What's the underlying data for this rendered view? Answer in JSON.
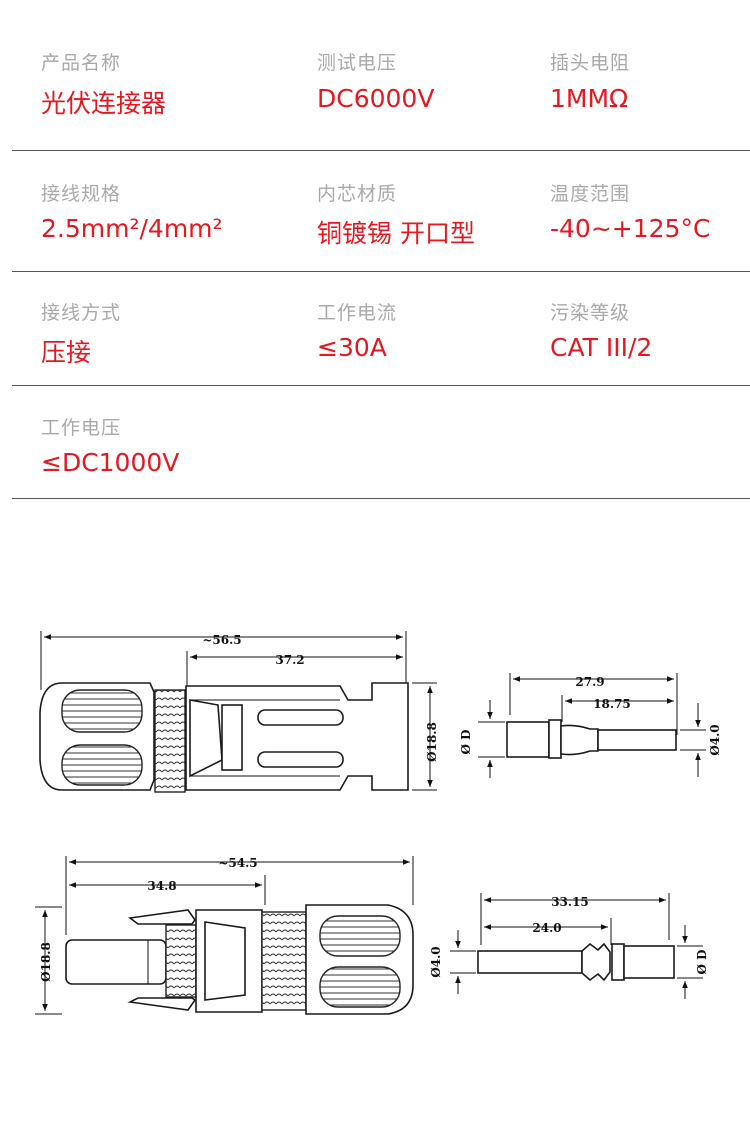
{
  "specs": {
    "product_name": {
      "label": "产品名称",
      "value": "光伏连接器"
    },
    "test_voltage": {
      "label": "测试电压",
      "value": "DC6000V"
    },
    "plug_resistance": {
      "label": "插头电阻",
      "value": "1MMΩ"
    },
    "wire_spec": {
      "label": "接线规格",
      "value": "2.5mm²/4mm²"
    },
    "core_material": {
      "label": "内芯材质",
      "value": "铜镀锡 开口型"
    },
    "temperature_range": {
      "label": "温度范围",
      "value": "-40~+125°C"
    },
    "wiring_method": {
      "label": "接线方式",
      "value": "压接"
    },
    "working_current": {
      "label": "工作电流",
      "value": "≤30A"
    },
    "pollution_level": {
      "label": "污染等级",
      "value": "CAT III/2"
    },
    "working_voltage": {
      "label": "工作电压",
      "value": "≤DC1000V"
    }
  },
  "drawings": {
    "female_connector": {
      "overall_length": "~56.5",
      "body_length": "37.2",
      "diameter": "Ø18.8"
    },
    "female_pin": {
      "length": "27.9",
      "partial_length": "18.75",
      "hole_diameter": "Ø D",
      "pin_diameter": "Ø4.0"
    },
    "male_connector": {
      "overall_length": "~54.5",
      "body_length": "34.8",
      "diameter": "Ø18.8"
    },
    "male_pin": {
      "length": "33.15",
      "partial_length": "24.0",
      "pin_diameter": "Ø4.0",
      "hole_diameter": "Ø D"
    }
  }
}
